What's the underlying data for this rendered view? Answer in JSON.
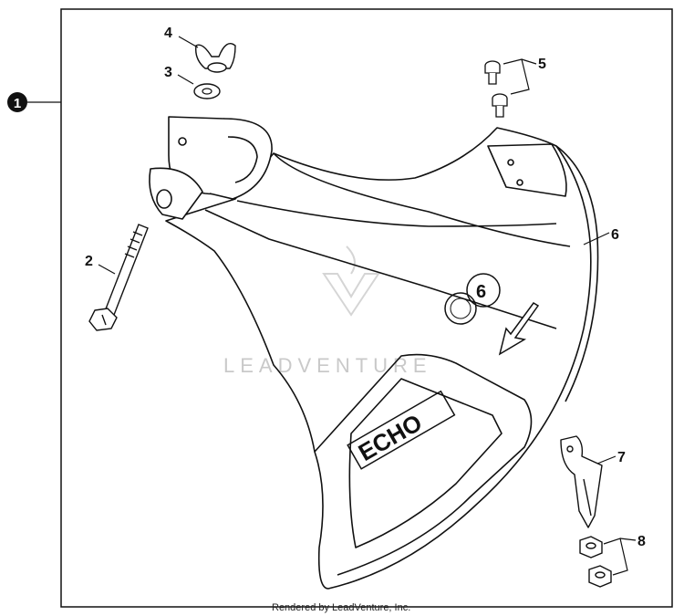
{
  "diagram": {
    "assembly_callout": "1",
    "callouts": [
      "2",
      "3",
      "4",
      "5",
      "6",
      "7",
      "8"
    ],
    "brand_logo": "ECHO",
    "watermark": "LEADVENTURE",
    "footer": "Rendered by LeadVenture, Inc."
  },
  "colors": {
    "line": "#111111",
    "frame": "#111111",
    "watermark": "#c9c9c9"
  },
  "icons": [
    "wing-nut-icon",
    "washer-icon",
    "screw-icon",
    "bolt-icon",
    "nut-icon",
    "bracket-icon",
    "rotation-arrow-icon"
  ]
}
